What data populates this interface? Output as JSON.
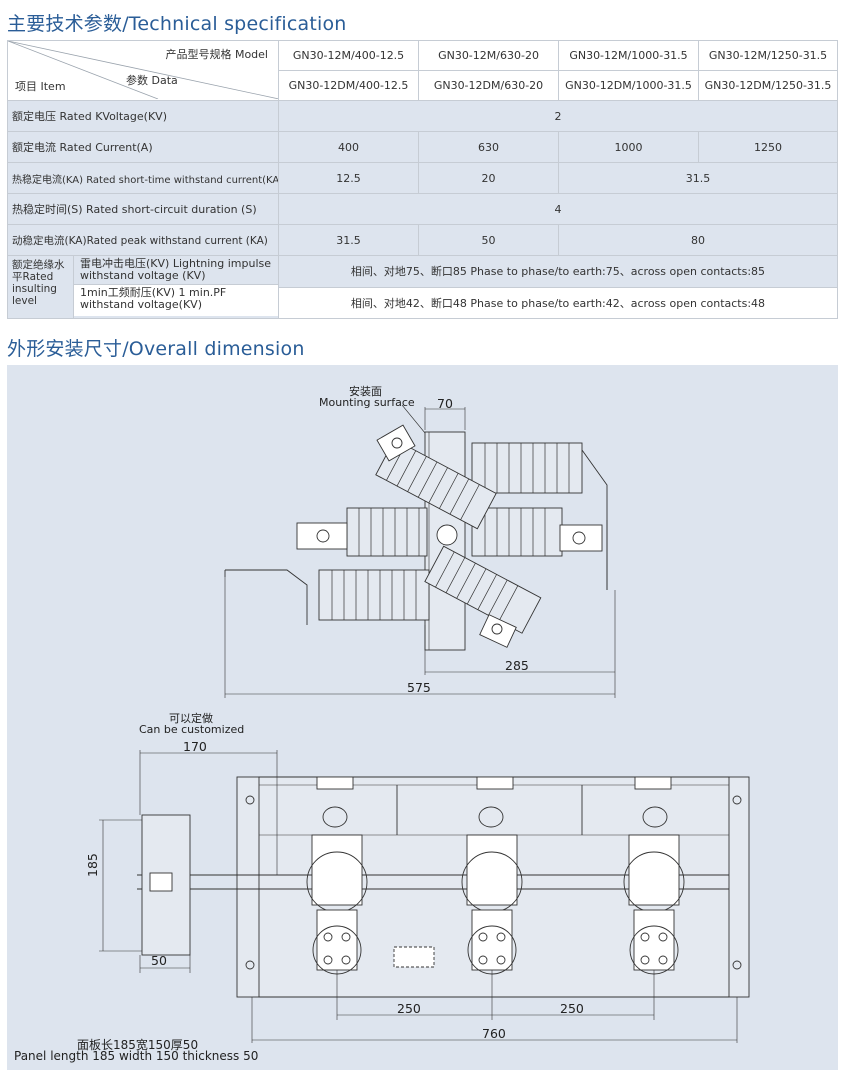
{
  "sections": {
    "spec_title": "主要技术参数/Technical specification",
    "dim_title": "外形安装尺寸/Overall dimension"
  },
  "table": {
    "header": {
      "model_label": "产品型号规格 Model",
      "data_label": "参数 Data",
      "item_label": "项目 Item",
      "models_m": [
        "GN30-12M/400-12.5",
        "GN30-12M/630-20",
        "GN30-12M/1000-31.5",
        "GN30-12M/1250-31.5"
      ],
      "models_dm": [
        "GN30-12DM/400-12.5",
        "GN30-12DM/630-20",
        "GN30-12DM/1000-31.5",
        "GN30-12DM/1250-31.5"
      ]
    },
    "rows": {
      "voltage": {
        "label": "额定电压 Rated KVoltage(KV)",
        "value": "2"
      },
      "current": {
        "label": "额定电流 Rated Current(A)",
        "values": [
          "400",
          "630",
          "1000",
          "1250"
        ]
      },
      "thermal": {
        "label": "热稳定电流(KA) Rated short-time withstand current(KA)",
        "values": [
          "12.5",
          "20",
          "31.5"
        ]
      },
      "duration": {
        "label": "热稳定时间(S) Rated short-circuit duration (S)",
        "value": "4"
      },
      "peak": {
        "label": "动稳定电流(KA)Rated peak withstand current (KA)",
        "values": [
          "31.5",
          "50",
          "80"
        ]
      },
      "insulation": {
        "label": "额定绝缘水平Rated insulting level",
        "lightning_label": "雷电冲击电压(KV) Lightning impulse withstand voltage (KV)",
        "lightning_value": "相间、对地75、断口85 Phase to phase/to earth:75、across open contacts:85",
        "pf_label": "1min工频耐压(KV) 1 min.PF withstand voltage(KV)",
        "pf_value": "相间、对地42、断口48 Phase to phase/to earth:42、across open contacts:48"
      }
    }
  },
  "drawing": {
    "mounting_cn": "安装面",
    "mounting_en": "Mounting surface",
    "custom_cn": "可以定做",
    "custom_en": "Can be customized",
    "dims": {
      "d70": "70",
      "d285": "285",
      "d575": "575",
      "d170": "170",
      "d185": "185",
      "d50": "50",
      "d250a": "250",
      "d250b": "250",
      "d760": "760"
    },
    "panel_cn": "面板长185宽150厚50",
    "panel_en": "Panel length 185 width 150 thickness 50"
  }
}
